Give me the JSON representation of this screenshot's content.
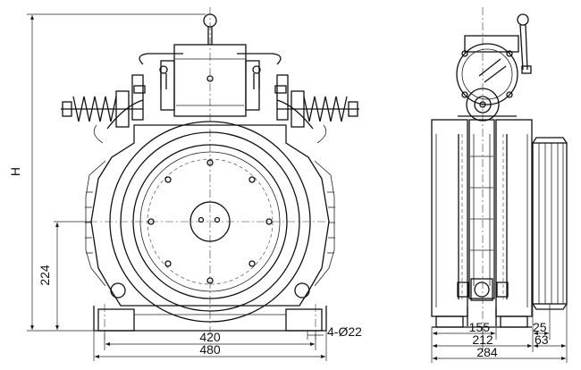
{
  "front_view": {
    "height_label": "H",
    "shaft_height": "224",
    "bolt_span": "420",
    "base_width": "480",
    "mounting_holes": "4-Ø22"
  },
  "side_view": {
    "dim_155": "155",
    "dim_25": "25",
    "dim_212": "212",
    "dim_63": "63",
    "overall_depth": "284"
  }
}
